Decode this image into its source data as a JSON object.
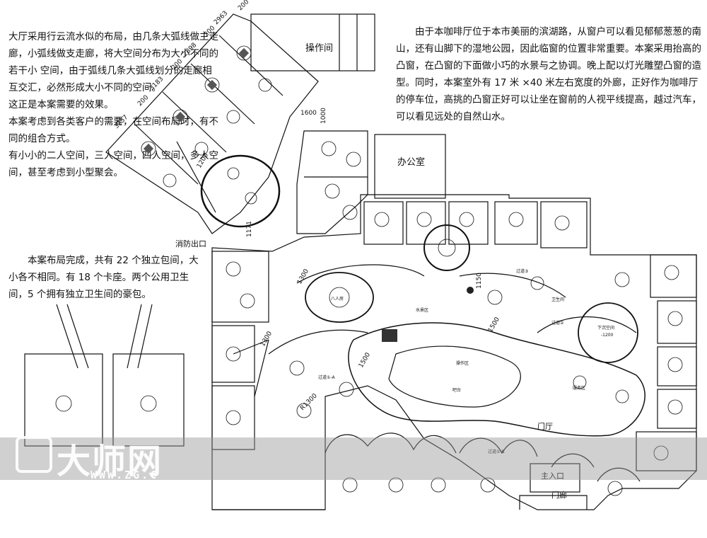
{
  "left_text": {
    "paragraph1": "大厅采用行云流水似的布局，由几条大弧线做主走廊，小弧线做支走廊，将大空间分布为大小不同的若干小 空间，由于弧线几条大弧线划分的走廊相互交汇，必然形成大小不同的空间。\n这正是本案需要的效果。\n本案考虑到各类客户的需要，在空间布局时，有不同的组合方式。\n有小小的二人空间，三人空间，四人空间，多人空间，甚至考虑到小型聚会。",
    "paragraph2": "本案布局完成，共有 22 个独立包间，大小各不相同。有 18 个卡座。两个公用卫生间，5 个拥有独立卫生间的豪包。"
  },
  "right_text": {
    "paragraph": "由于本咖啡厅位于本市美丽的滨湖路，从窗户可以看见郁郁葱葱的南山，还有山脚下的湿地公园，因此临窗的位置非常重要。本案采用抬高的凸窗，在凸窗的下面做小巧的水景与之协调。晚上配以灯光雕塑凸窗的造型。同时，本案室外有 17 米 ×40 米左右宽度的外廊，正好作为咖啡厅的停车位，高挑的凸窗正好可以让坐在窗前的人视平线提高，越过汽车，可以看见远处的自然山水。"
  },
  "plan_labels": {
    "operation_room": "操作间",
    "office": "办公室",
    "fire_exit": "消防出口",
    "lobby": "门厅",
    "main_entrance": "主入口",
    "porch": "门廊",
    "eight_person_room": "八人房",
    "sunken_space": "下沉空间",
    "sunken_depth": "-1200",
    "toilet": "卫生间",
    "service_area": "服务区",
    "bar": "吧台",
    "operation_area": "操作区",
    "water_area": "水景区",
    "corridor_a": "过道①-A",
    "corridor_b": "过道①-B",
    "corridor_2": "过道②",
    "corridor_3": "过道③"
  },
  "dimensions": {
    "d1": "3257",
    "d2": "200",
    "d3": "3183",
    "d4": "200",
    "d5": "2898",
    "d6": "200",
    "d7": "2963",
    "d8": "200",
    "d9": "1600",
    "d10": "1000",
    "d11": "1200",
    "d12": "1171",
    "d13": "1300",
    "d14": "1300",
    "d15": "1500",
    "d16": "1500",
    "d17": "R1300",
    "d18": "1150"
  },
  "watermark": {
    "logo_text": "大师网",
    "url": "WWW.ZG.C"
  }
}
